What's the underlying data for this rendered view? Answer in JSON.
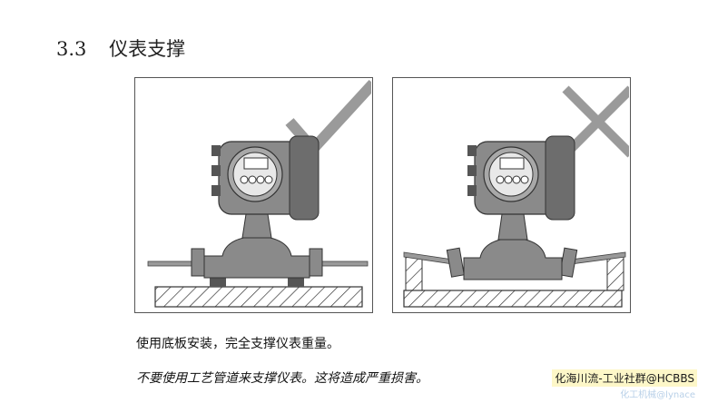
{
  "section": {
    "number": "3.3",
    "title": "仪表支撑"
  },
  "captions": {
    "correct": "使用底板安装，完全支撑仪表重量。",
    "wrong": "不要使用工艺管道来支撑仪表。这将造成严重损害。"
  },
  "watermark": {
    "text": "化海川流-工业社群@HCBBS",
    "subtext": "化工机械@lynace"
  },
  "colors": {
    "check_mark": "#9a9a9a",
    "cross_mark": "#9a9a9a",
    "meter_body": "#8a8a8a",
    "meter_dark": "#555555"
  },
  "icons": {
    "correct": "check-mark-icon",
    "wrong": "cross-mark-icon"
  }
}
